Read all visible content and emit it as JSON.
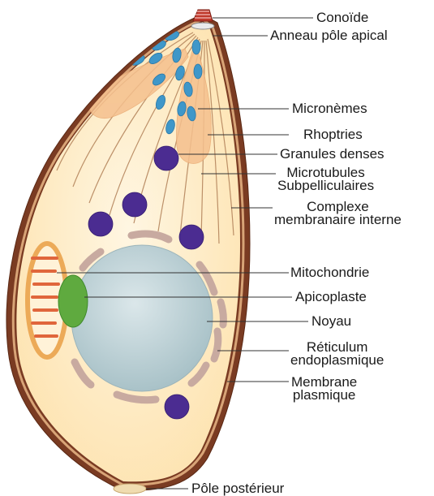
{
  "labels": {
    "conoide": "Conoïde",
    "anneau": "Anneau pôle apical",
    "micronemes": "Micronèmes",
    "rhoptries": "Rhoptries",
    "granules": "Granules denses",
    "microtubules": [
      "Microtubules",
      "Subpelliculaires"
    ],
    "complexe": [
      "Complexe",
      "membranaire interne"
    ],
    "mitochondrie": "Mitochondrie",
    "apicoplaste": "Apicoplaste",
    "noyau": "Noyau",
    "reticulum": [
      "Réticulum",
      "endoplasmique"
    ],
    "membrane": [
      "Membrane",
      "plasmique"
    ],
    "pole_posterieur": "Pôle postérieur"
  },
  "colors": {
    "pellicle": "#7a3b22",
    "cytoplasm": "#fde9bf",
    "microneme": "#3f97c9",
    "rhoptry": "#f5c08e",
    "dense_granule": "#4b2c91",
    "nucleus": "#c2d5da",
    "er": "#c8aaa0",
    "mitochondrion_crista": "#e0663c",
    "apicoplast": "#5faa3f",
    "conoid": "#c0392b",
    "posterior_pole": "#f0dcb0"
  }
}
